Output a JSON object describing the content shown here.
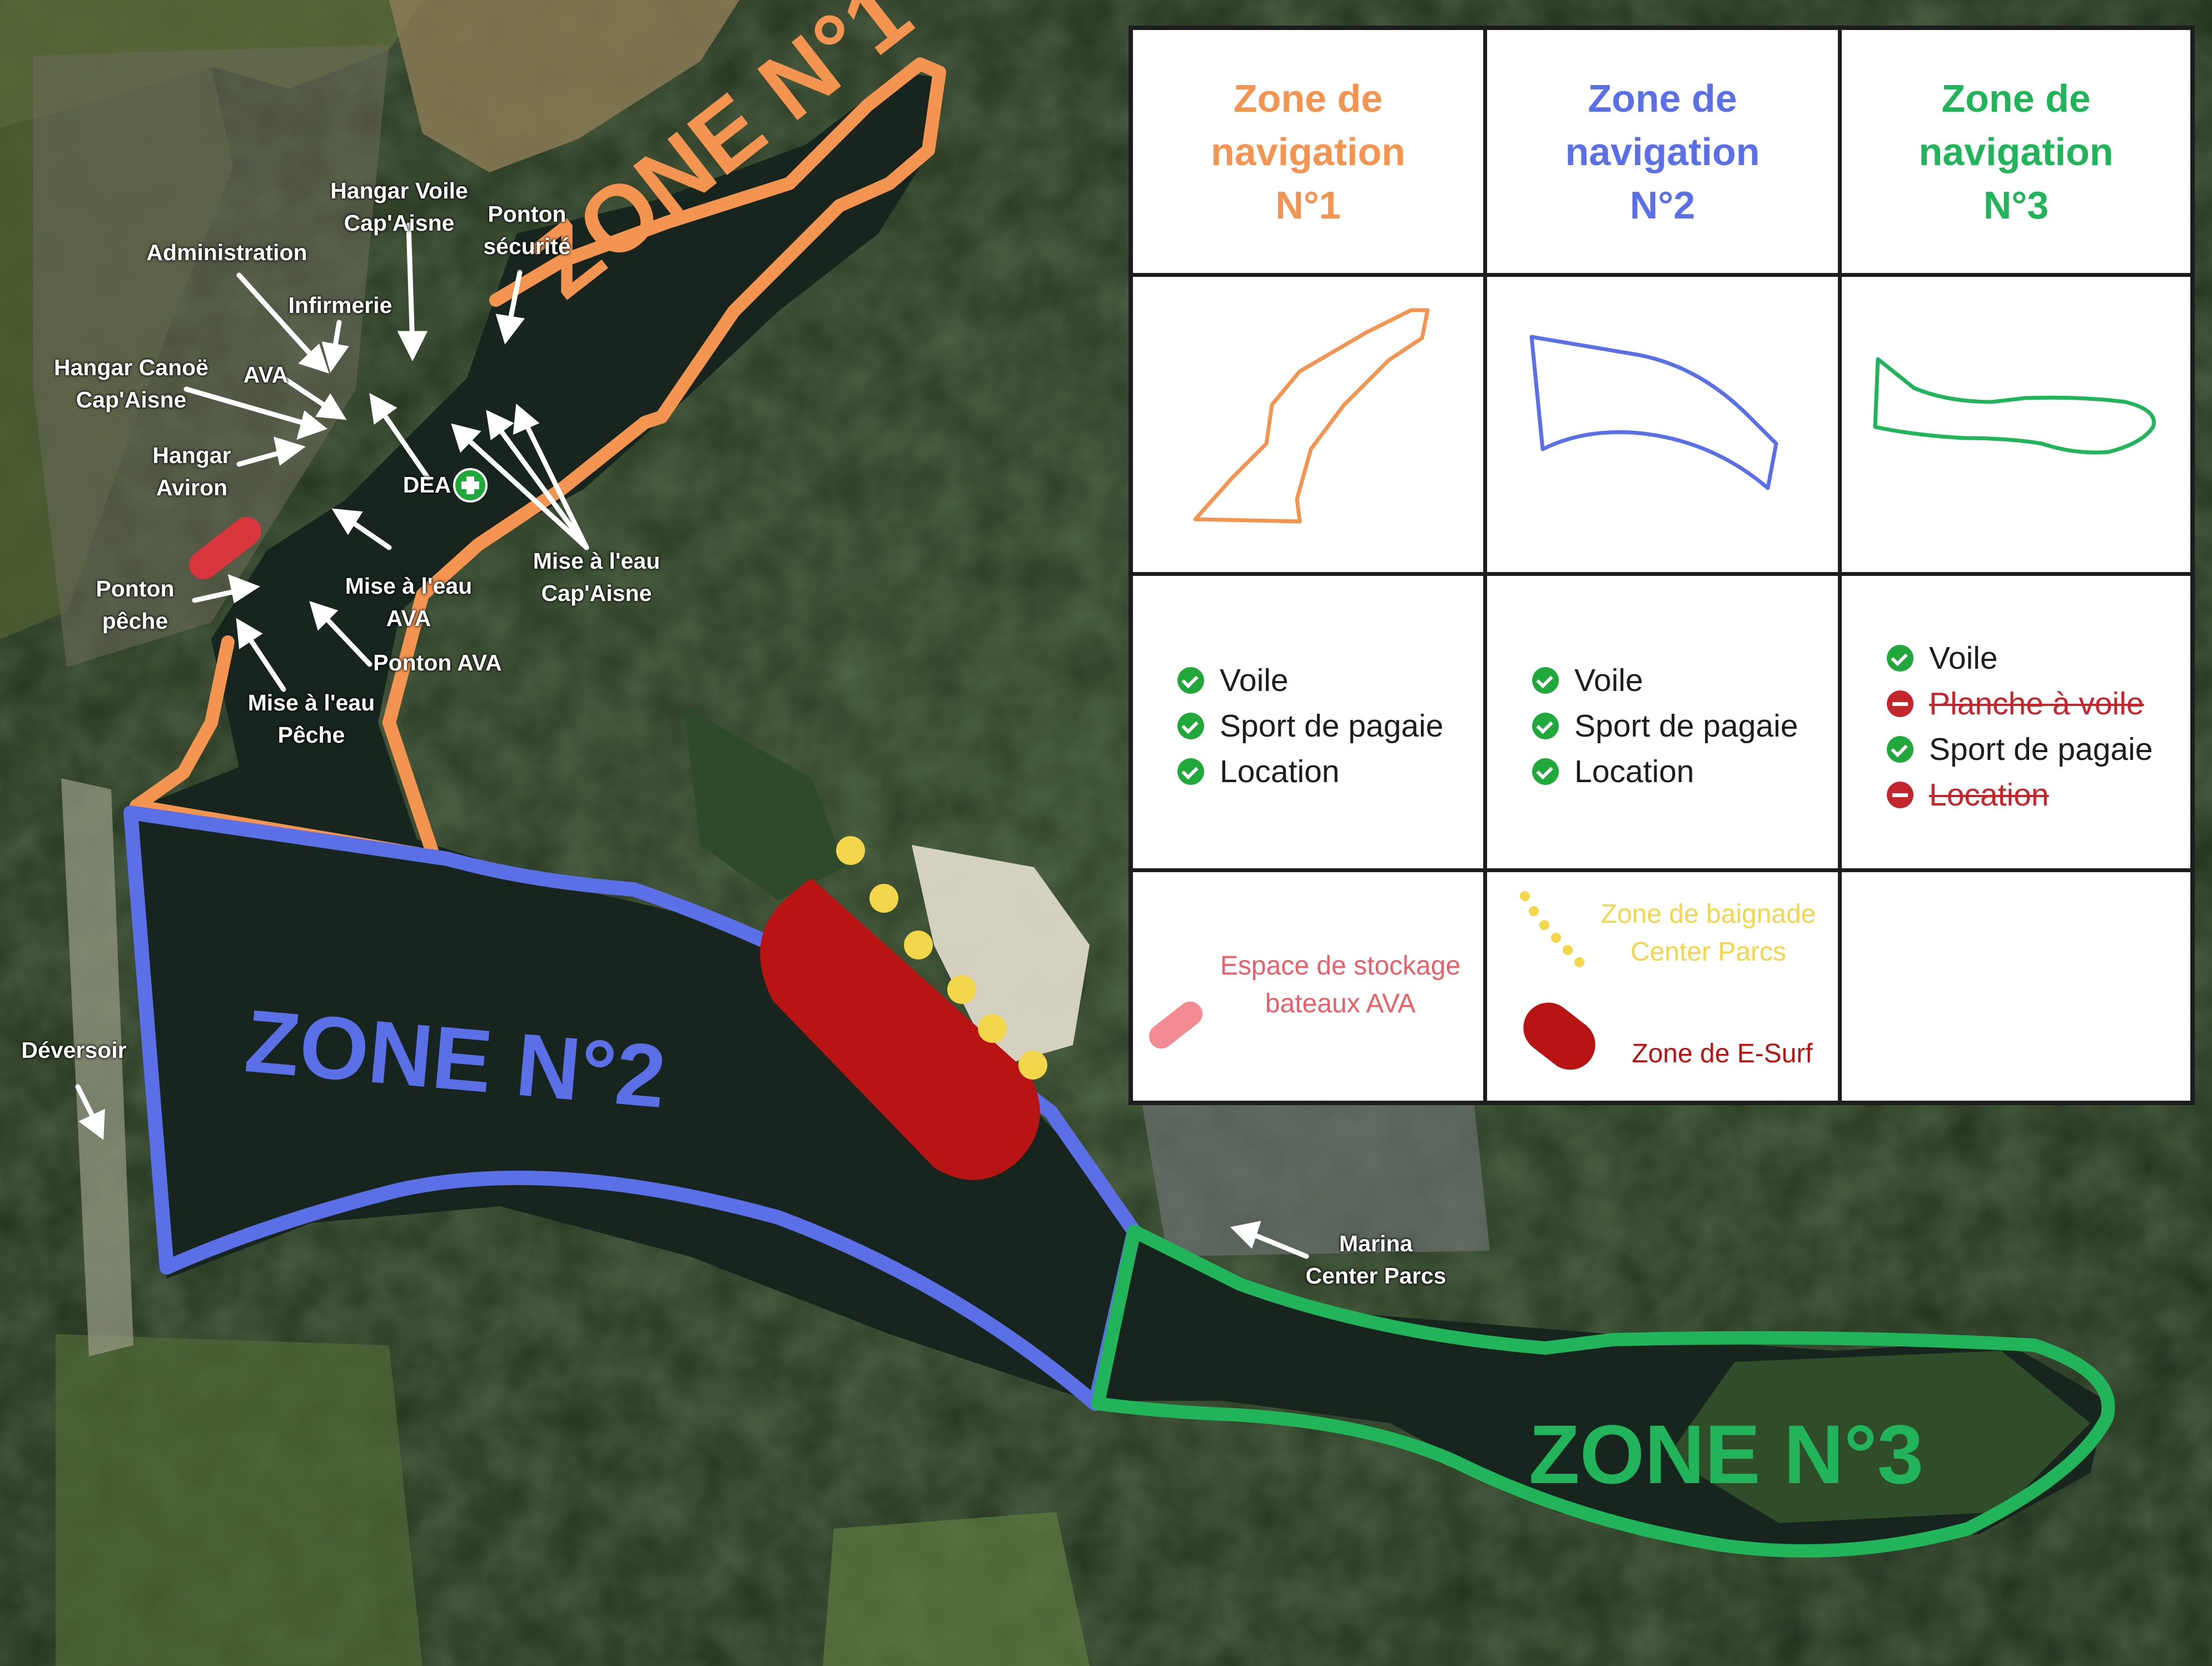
{
  "map": {
    "zone_labels": [
      "ZONE N°1",
      "ZONE N°2",
      "ZONE N°3"
    ],
    "place_labels": [
      "Hangar Voile\nCap'Aisne",
      "Ponton\nsécurité",
      "Administration",
      "Infirmerie",
      "Hangar Canoë\nCap'Aisne",
      "AVA",
      "Hangar\nAviron",
      "DEA",
      "Mise à l'eau\nAVA",
      "Mise à l'eau\nCap'Aisne",
      "Ponton\npêche",
      "Ponton AVA",
      "Mise à l'eau\nPêche",
      "Déversoir",
      "Marina\nCenter Parcs"
    ],
    "icons": [
      "first-aid-cross-icon"
    ]
  },
  "legend": {
    "zones": [
      {
        "title": [
          "Zone de",
          "navigation",
          "N°1"
        ],
        "color": "#f39450",
        "activities": [
          {
            "label": "Voile",
            "allowed": true
          },
          {
            "label": "Sport de pagaie",
            "allowed": true
          },
          {
            "label": "Location",
            "allowed": true
          }
        ]
      },
      {
        "title": [
          "Zone de",
          "navigation",
          "N°2"
        ],
        "color": "#5b6fe6",
        "activities": [
          {
            "label": "Voile",
            "allowed": true
          },
          {
            "label": "Sport de pagaie",
            "allowed": true
          },
          {
            "label": "Location",
            "allowed": true
          }
        ]
      },
      {
        "title": [
          "Zone de",
          "navigation",
          "N°3"
        ],
        "color": "#21b45a",
        "activities": [
          {
            "label": "Voile",
            "allowed": true
          },
          {
            "label": "Planche à voile",
            "allowed": false
          },
          {
            "label": "Sport de pagaie",
            "allowed": true
          },
          {
            "label": "Location",
            "allowed": false
          }
        ]
      }
    ],
    "keys": {
      "storage": {
        "label": [
          "Espace de stockage",
          "bateaux AVA"
        ],
        "color": "#e8616a"
      },
      "bathing": {
        "label": [
          "Zone de baignade",
          "Center Parcs"
        ],
        "color": "#f3d64a"
      },
      "esurf": {
        "label": "Zone de E-Surf",
        "color": "#b81414"
      }
    }
  },
  "colors": {
    "zone1": "#f39450",
    "zone2": "#5b6fe6",
    "zone3": "#21b45a",
    "storage_marker": "#d9363e",
    "esurf_area": "#b81414",
    "bathing_dots": "#f3d64a",
    "aid_green": "#21a83a"
  }
}
